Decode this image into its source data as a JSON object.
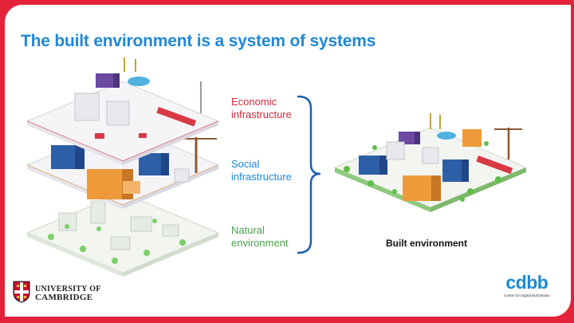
{
  "slide": {
    "title": "The built environment is a system of systems",
    "layers": {
      "economic": "Economic\ninfrastructure",
      "social": "Social\ninfrastructure",
      "natural": "Natural\nenvironment"
    },
    "built_label": "Built environment"
  },
  "logos": {
    "cambridge_line1": "UNIVERSITY OF",
    "cambridge_line2": "CAMBRIDGE",
    "cdbb": "cdbb",
    "cdbb_sub": "Centre for Digital Built Britain"
  },
  "colors": {
    "frame": "#e2233a",
    "title": "#1e88d8",
    "economic": "#d22a3b",
    "social": "#1e88d8",
    "natural": "#4aa04a",
    "brace": "#1e5fb0"
  }
}
